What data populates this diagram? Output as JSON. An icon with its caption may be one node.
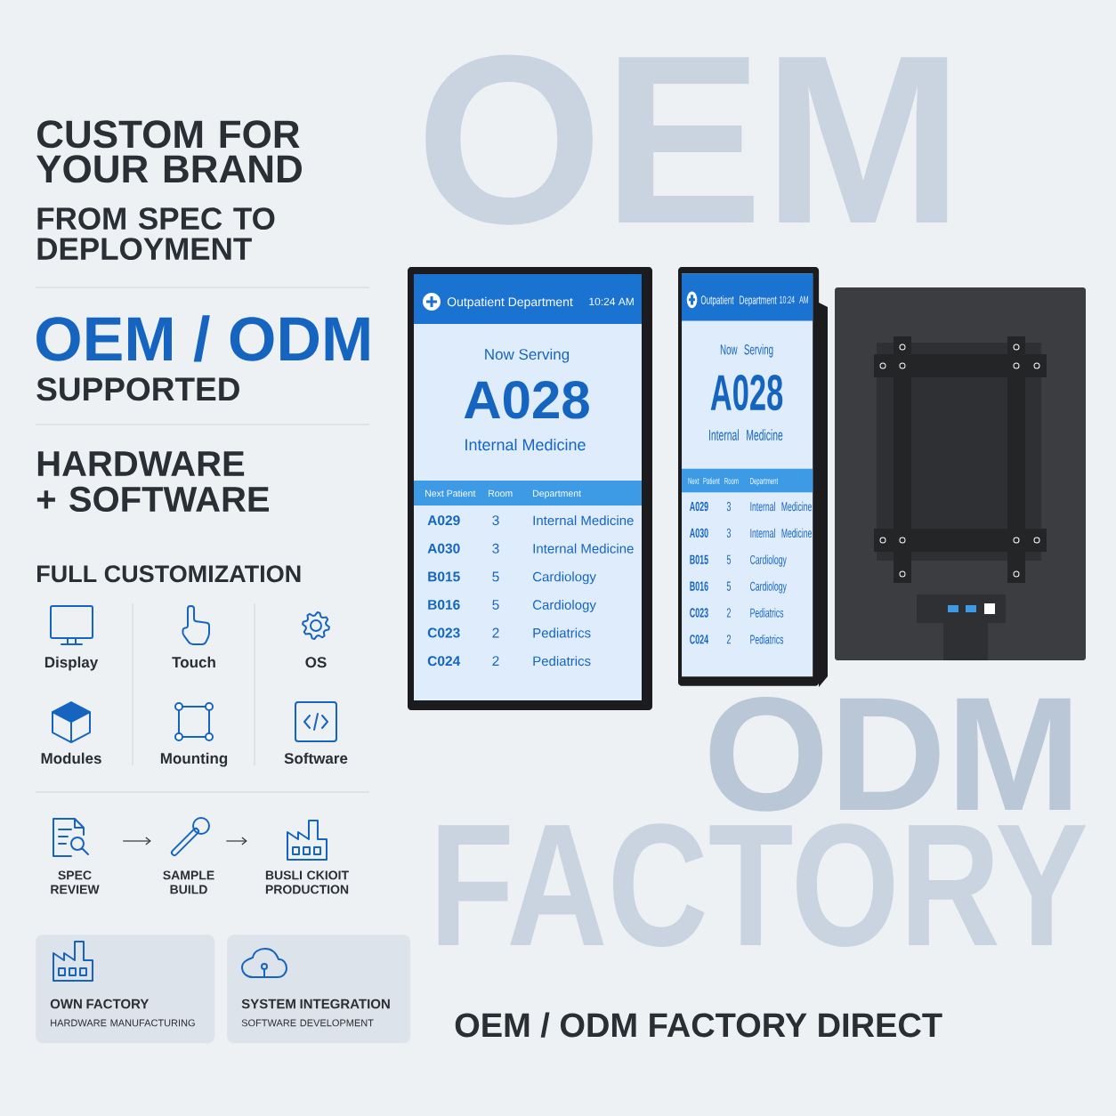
{
  "diagram": {
    "nodes": [
      {
        "text": [
          "SPEC REVIEW"
        ]
      },
      {
        "text": [
          "SAMPLE BUILD"
        ]
      },
      {
        "text": [
          "BUSLI CKIOIT PRODUCTION"
        ]
      },
      {
        "text": [
          "OWN FACTORY",
          "HARDWARE MANUFACTURING"
        ]
      },
      {
        "text": [
          "SYSTEM INTEGRATION",
          "SOFTWARE DEVELOPMENT"
        ]
      }
    ],
    "edges": [
      {
        "from": 0,
        "to": 1,
        "arrow": "to"
      },
      {
        "from": 1,
        "to": 2,
        "arrow": "to"
      }
    ],
    "labels": [
      "CUSTOM FOR YOUR BRAND",
      "FROM SPEC TO DEPLOYMENT",
      "OEM / ODM",
      "SUPPORTED",
      "HARDWARE + SOFTWARE",
      "FULL CUSTOMIZATION",
      "Display",
      "Touch",
      "OS",
      "Modules",
      "Mounting",
      "Software",
      "OEM",
      "Outpatient Department",
      "10:24 AM",
      "Now Serving",
      "A028",
      "Internal Medicine",
      "Next Patient",
      "Room",
      "Department",
      "A029",
      "3",
      "Internal Medicine",
      "A030",
      "3",
      "Internal Medicine",
      "B015",
      "5",
      "Cardiology",
      "B016",
      "5",
      "Cardiology",
      "C023",
      "2",
      "Pediatrics",
      "C024",
      "2",
      "Pediatrics",
      "Outpatient Department",
      "10:24 AM",
      "Now Serving",
      "A028",
      "Internal Medicine",
      "Next Patient",
      "Room",
      "Department",
      "A029",
      "3",
      "Internal Medicine",
      "A030",
      "3",
      "Internal Medicine",
      "B015",
      "5",
      "Cardiology",
      "B016",
      "5",
      "Cardiology",
      "C023",
      "2",
      "Pediatrics",
      "C024",
      "2",
      "Pediatrics",
      "ODM",
      "FACTORY",
      "OEM / ODM FACTORY DIRECT"
    ]
  }
}
